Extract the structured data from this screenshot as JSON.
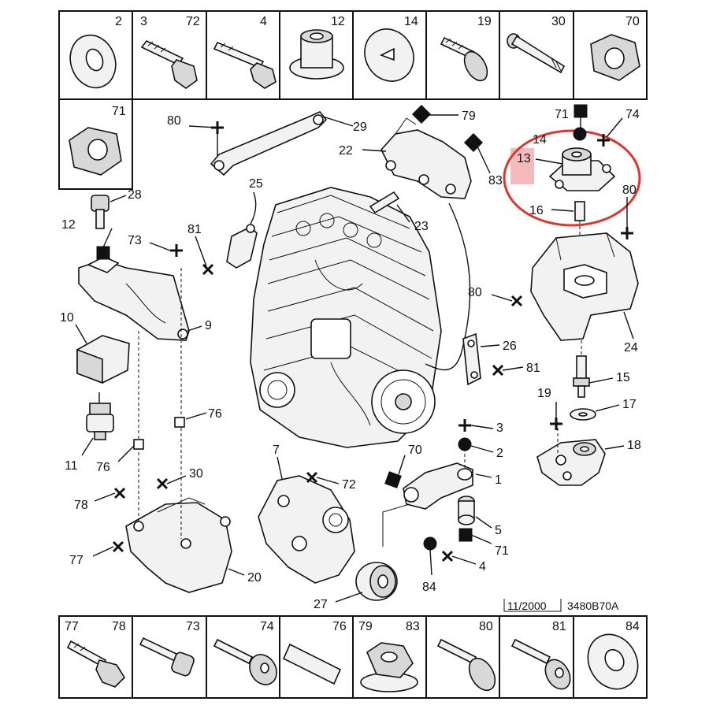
{
  "top_row": [
    "2",
    "3",
    "72",
    "4",
    "12",
    "14",
    "19",
    "30",
    "70"
  ],
  "left_cell": "71",
  "bottom_row": [
    "77",
    "78",
    "73",
    "74",
    "76",
    "79",
    "83",
    "80",
    "81",
    "84"
  ],
  "callouts": {
    "c80a": "80",
    "c29": "29",
    "c79": "79",
    "c74": "74",
    "c71": "71",
    "c14": "14",
    "c13": "13",
    "c22": "22",
    "c83": "83",
    "c80b": "80",
    "c16": "16",
    "c28": "28",
    "c25": "25",
    "c23": "23",
    "c12": "12",
    "c73": "73",
    "c81a": "81",
    "c9": "9",
    "c80c": "80",
    "c24": "24",
    "c10": "10",
    "c26": "26",
    "c81b": "81",
    "c15": "15",
    "c19": "19",
    "c17": "17",
    "c76a": "76",
    "c11": "11",
    "c76b": "76",
    "c3": "3",
    "c2": "2",
    "c18": "18",
    "c7": "7",
    "c70": "70",
    "c30": "30",
    "c72": "72",
    "c1": "1",
    "c78": "78",
    "c5": "5",
    "c71b": "71",
    "c77": "77",
    "c20": "20",
    "c4": "4",
    "c84": "84",
    "c27": "27"
  },
  "footer": {
    "date": "11/2000",
    "reference": "3480B70A"
  },
  "colors": {
    "highlight_circle": "#e0342a",
    "highlight_box": "#f0a3a8",
    "ink": "#111111"
  }
}
